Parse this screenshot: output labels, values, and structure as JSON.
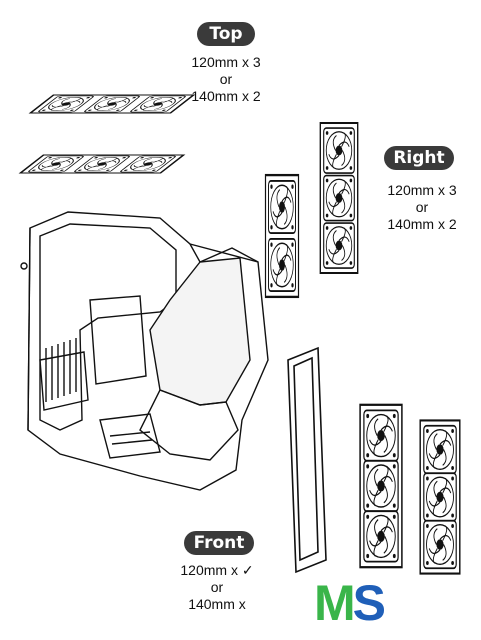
{
  "labels": {
    "top": {
      "badge": "Top",
      "line1": "120mm x 3",
      "line2": "or",
      "line3": "140mm x 2"
    },
    "right": {
      "badge": "Right",
      "line1": "120mm x 3",
      "line2": "or",
      "line3": "140mm x 2"
    },
    "front": {
      "badge": "Front",
      "line1": "120mm x ✓",
      "line2": "or",
      "line3": "140mm x"
    }
  },
  "logo": {
    "m": "M",
    "s": "S"
  },
  "colors": {
    "badge": "#3a3a3a",
    "line": "#111111",
    "logo_m": "#3ab54a",
    "logo_s": "#1f5fb8"
  }
}
